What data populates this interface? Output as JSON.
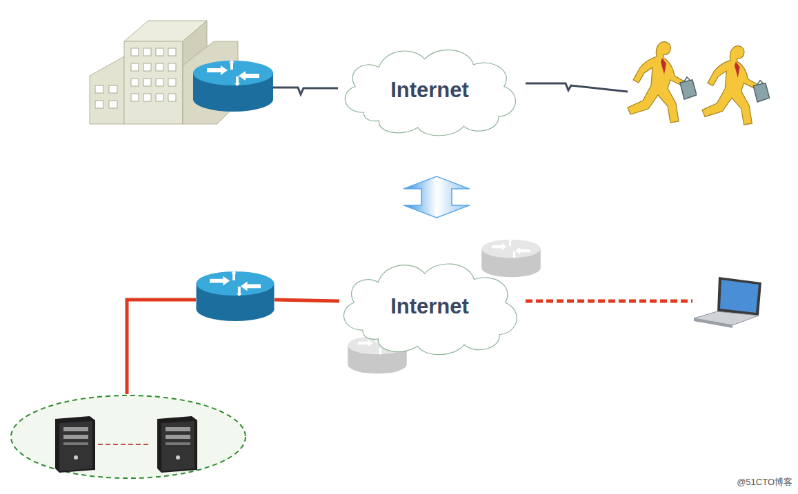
{
  "diagram": {
    "nodes": [
      {
        "text": [
          "Internet"
        ]
      },
      {
        "text": [
          "Internet"
        ]
      }
    ],
    "edges": [
      {
        "from": 0,
        "to": 1,
        "arrow": "both"
      }
    ],
    "labels": [
      "@51CTO博客"
    ]
  }
}
